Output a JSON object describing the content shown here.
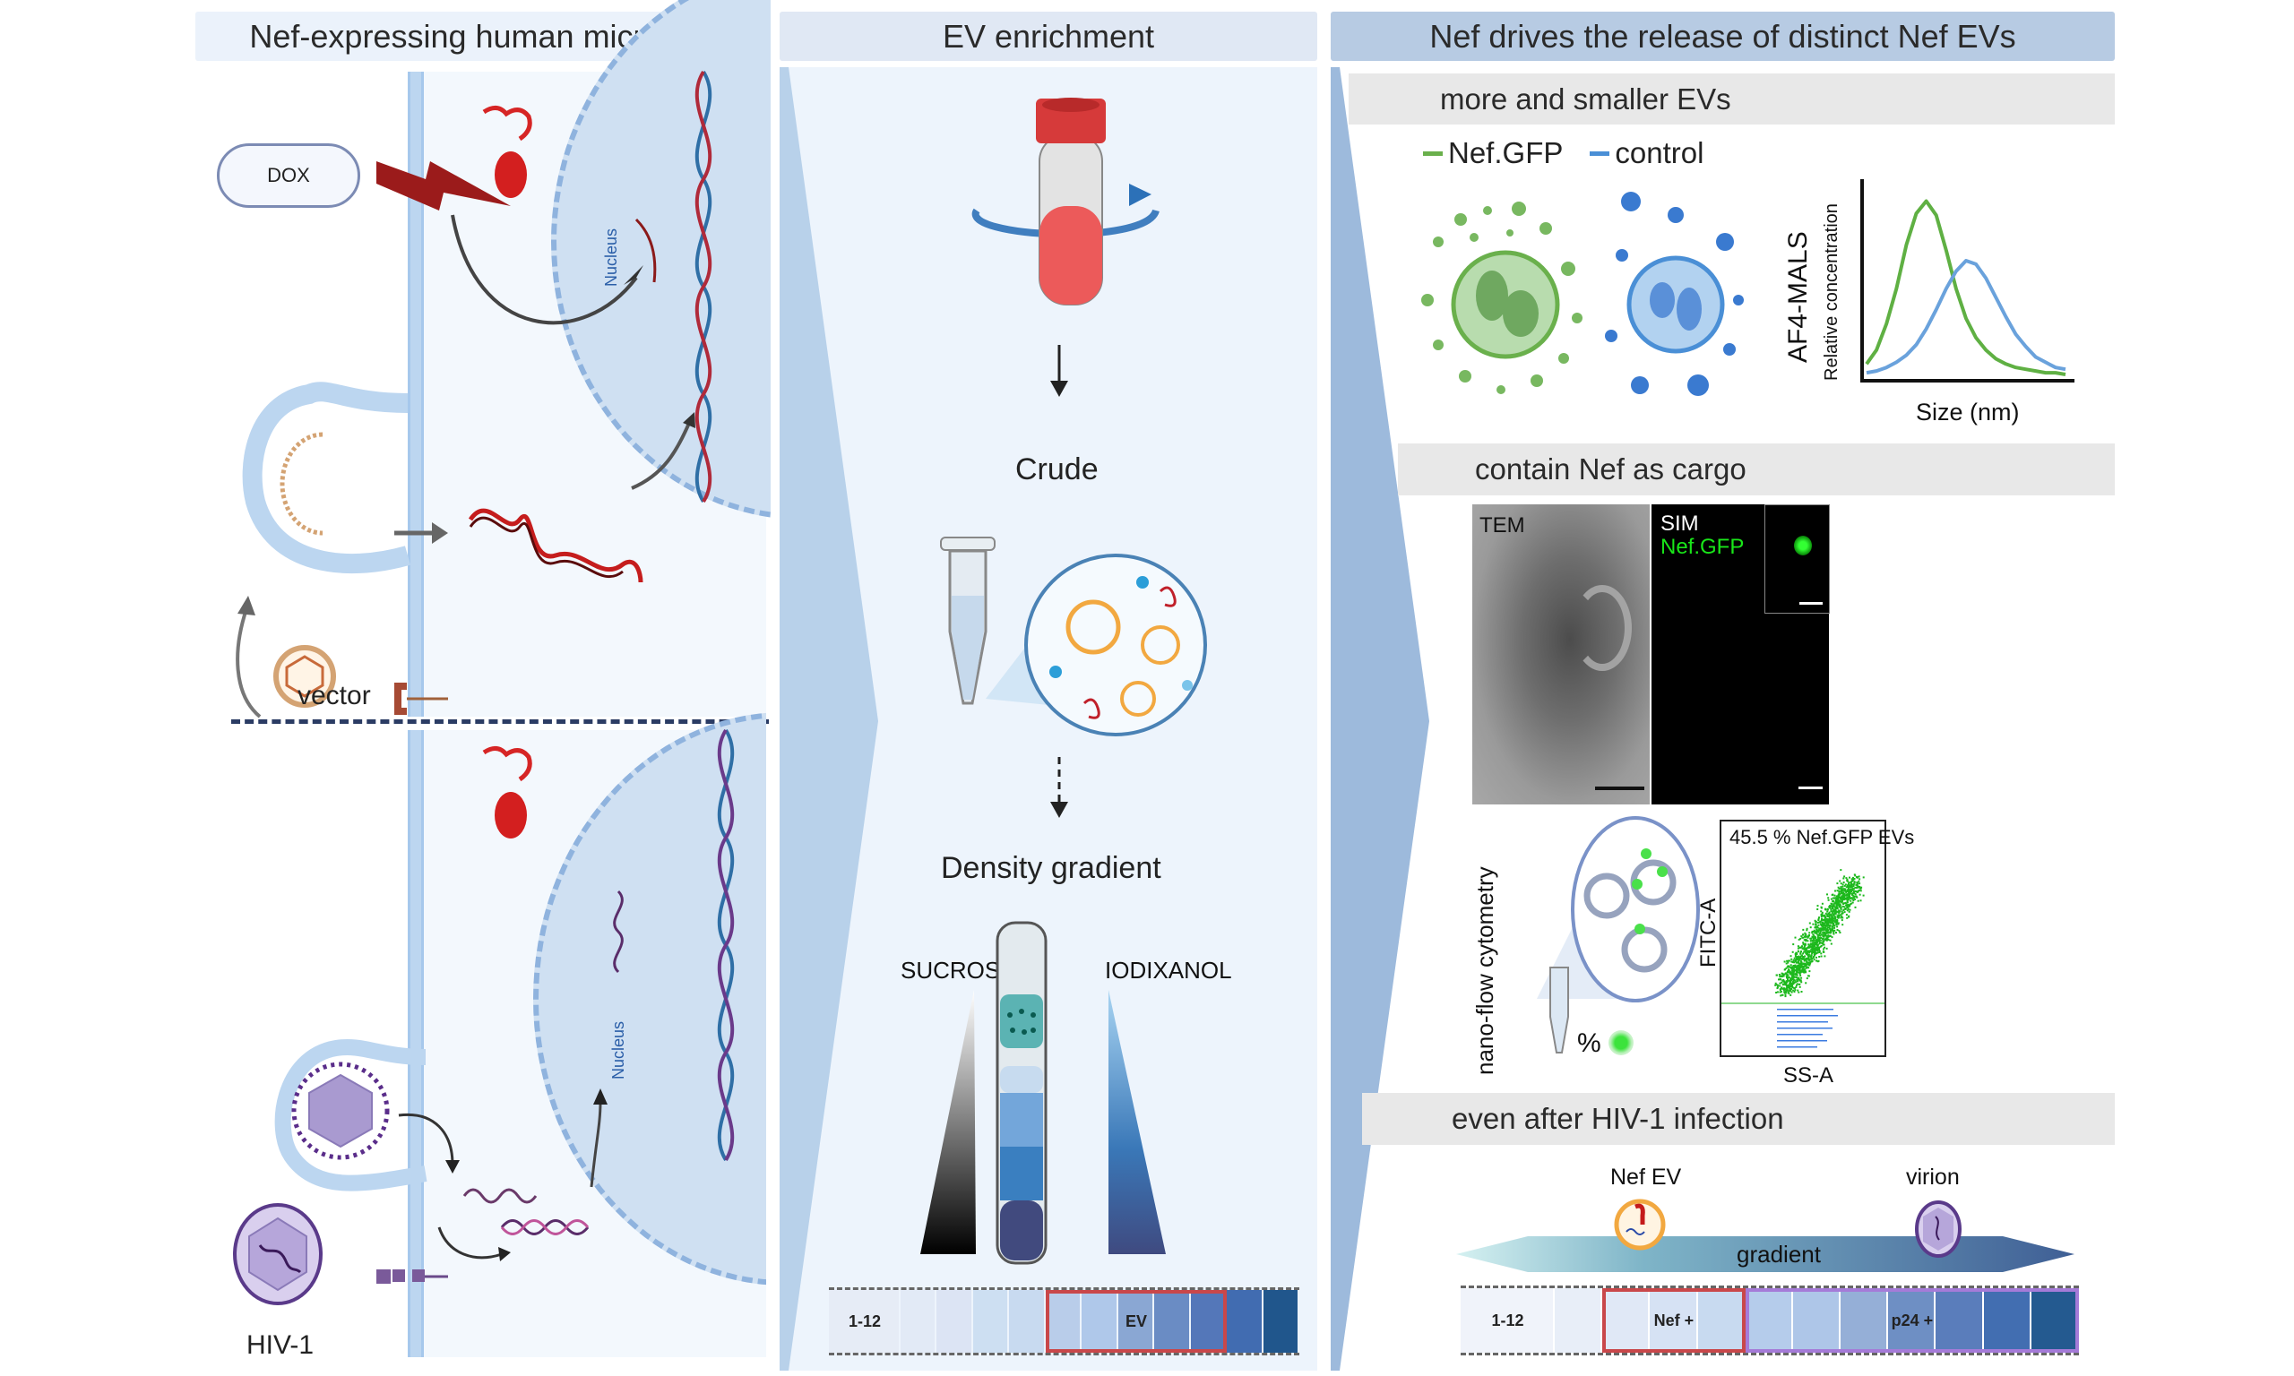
{
  "panels": {
    "left": {
      "title": "Nef-expressing human microglia",
      "dox_label": "DOX",
      "vector_label": "vector",
      "hiv_label": "HIV-1",
      "nucleus_label": "Nucleus"
    },
    "middle": {
      "title": "EV enrichment",
      "crude_label": "Crude",
      "density_label": "Density gradient",
      "sucrose_label": "SUCROSE",
      "iodixanol_label": "IODIXANOL",
      "fractions": {
        "first_label": "1-12",
        "highlight_label": "EV",
        "cell_colors": [
          "#e6ecf6",
          "#e2eaf6",
          "#dce4f4",
          "#cddff2",
          "#c8daf0",
          "#b9cdea",
          "#afc8ea",
          "#8aa7d3",
          "#6a8cc4",
          "#5477b9",
          "#416cb1",
          "#20568c"
        ],
        "highlight_range": [
          5,
          9
        ],
        "highlight_color": "#c9474a"
      }
    },
    "right": {
      "title": "Nef drives the release of distinct Nef EVs",
      "section1": {
        "title": "more and smaller EVs",
        "legend": [
          {
            "label": "Nef.GFP",
            "color": "#6ab04c"
          },
          {
            "label": "control",
            "color": "#4a8fd6"
          }
        ]
      },
      "section2": {
        "title": "contain Nef as cargo",
        "tem_label": "TEM",
        "sim_label": "SIM",
        "sim_sublabel": "Nef.GFP",
        "nanoflow_label": "nano-flow cytometry",
        "percent_symbol": "%",
        "flow_plot": {
          "annotation": "45.5 % Nef.GFP EVs",
          "xlabel": "SS-A",
          "ylabel": "FITC-A"
        }
      },
      "section3": {
        "title": "even after HIV-1 infection",
        "nef_ev_label": "Nef EV",
        "virion_label": "virion",
        "gradient_label": "gradient",
        "fractions": {
          "first_label": "1-12",
          "nef_label": "Nef +",
          "p24_label": "p24 +",
          "cell_colors": [
            "#f0f3fa",
            "#e8eef8",
            "#e0e8f6",
            "#d6e2f4",
            "#c8daf0",
            "#b5cceb",
            "#aec6e8",
            "#95afd7",
            "#6e8fc4",
            "#5a7dbb",
            "#426eb1",
            "#245a90"
          ],
          "nef_range": [
            2,
            4
          ],
          "p24_range": [
            5,
            11
          ],
          "nef_color": "#c9474a",
          "p24_color": "#a57bd8"
        }
      }
    }
  },
  "chart_data": [
    {
      "type": "line",
      "title": "",
      "method_label": "AF4-MALS",
      "xlabel": "Size (nm)",
      "ylabel": "Relative concentration",
      "x": [
        0,
        0.05,
        0.1,
        0.15,
        0.2,
        0.25,
        0.3,
        0.35,
        0.4,
        0.45,
        0.5,
        0.55,
        0.6,
        0.65,
        0.7,
        0.75,
        0.8,
        0.85,
        0.9,
        0.95,
        1.0
      ],
      "series": [
        {
          "name": "Nef.GFP",
          "color": "#5fb043",
          "values": [
            0.07,
            0.15,
            0.3,
            0.5,
            0.75,
            0.93,
            1.0,
            0.92,
            0.72,
            0.5,
            0.33,
            0.22,
            0.15,
            0.1,
            0.07,
            0.05,
            0.04,
            0.03,
            0.02,
            0.02,
            0.01
          ]
        },
        {
          "name": "control",
          "color": "#6aa2dc",
          "values": [
            0.02,
            0.03,
            0.05,
            0.08,
            0.12,
            0.18,
            0.27,
            0.38,
            0.5,
            0.6,
            0.66,
            0.64,
            0.56,
            0.45,
            0.34,
            0.24,
            0.17,
            0.11,
            0.08,
            0.05,
            0.04
          ]
        }
      ],
      "xlim": [
        0,
        1
      ],
      "ylim": [
        0,
        1.1
      ],
      "grid": false,
      "legend": "top-left"
    },
    {
      "type": "scatter",
      "title": "45.5 % Nef.GFP EVs",
      "xlabel": "SS-A",
      "ylabel": "FITC-A",
      "gate_fraction_positive": 0.455,
      "series": [
        {
          "name": "Nef.GFP+ EVs",
          "color": "#1db81d"
        },
        {
          "name": "Nef.GFP- EVs",
          "color": "#3b7be0"
        }
      ],
      "grid": false
    }
  ]
}
